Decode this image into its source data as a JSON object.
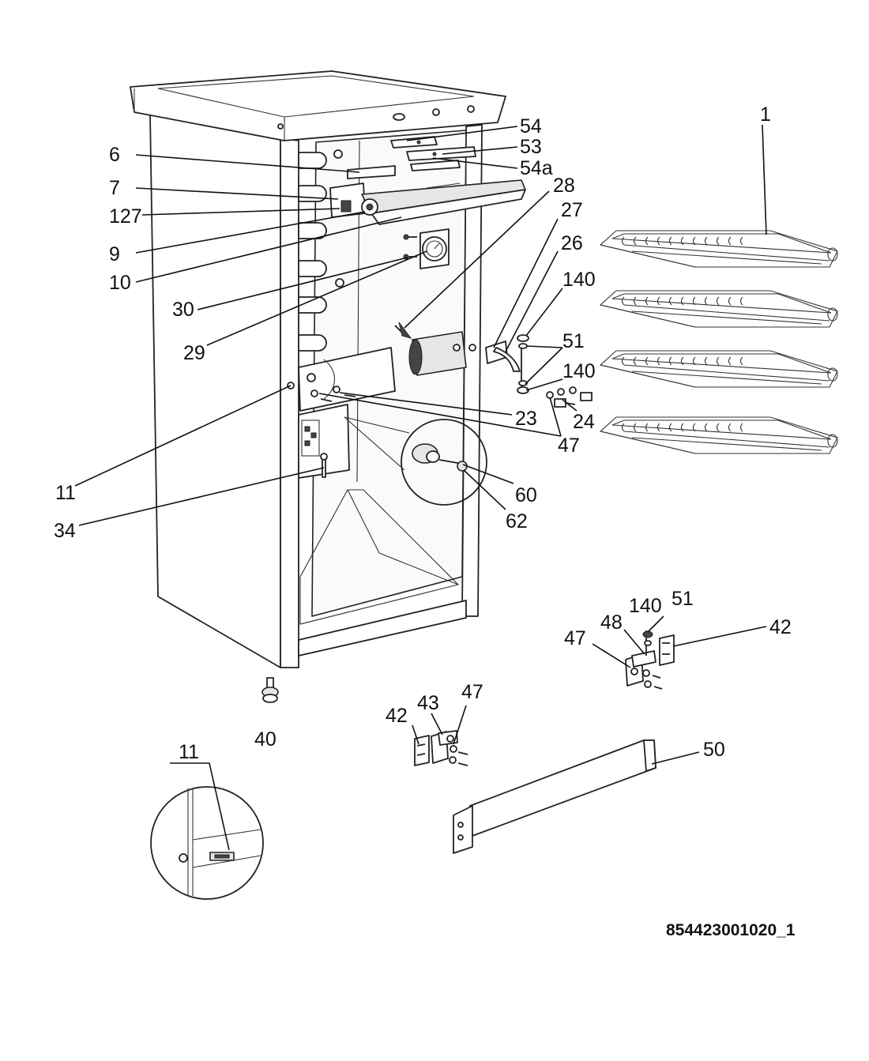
{
  "diagram": {
    "drawing_code": "854423001020_1",
    "callouts": {
      "c1": "1",
      "c6": "6",
      "c7": "7",
      "c127": "127",
      "c9": "9",
      "c10": "10",
      "c30": "30",
      "c29": "29",
      "c11": "11",
      "c34": "34",
      "c54": "54",
      "c53": "53",
      "c54a": "54a",
      "c28": "28",
      "c27": "27",
      "c26": "26",
      "c140a": "140",
      "c51a": "51",
      "c140b": "140",
      "c24": "24",
      "c23": "23",
      "c47a": "47",
      "c60": "60",
      "c62": "62",
      "c140c": "140",
      "c51b": "51",
      "c48": "48",
      "c47b": "47",
      "c42a": "42",
      "c40": "40",
      "c42b": "42",
      "c43": "43",
      "c47c": "47",
      "c50": "50",
      "c11b": "11"
    }
  }
}
